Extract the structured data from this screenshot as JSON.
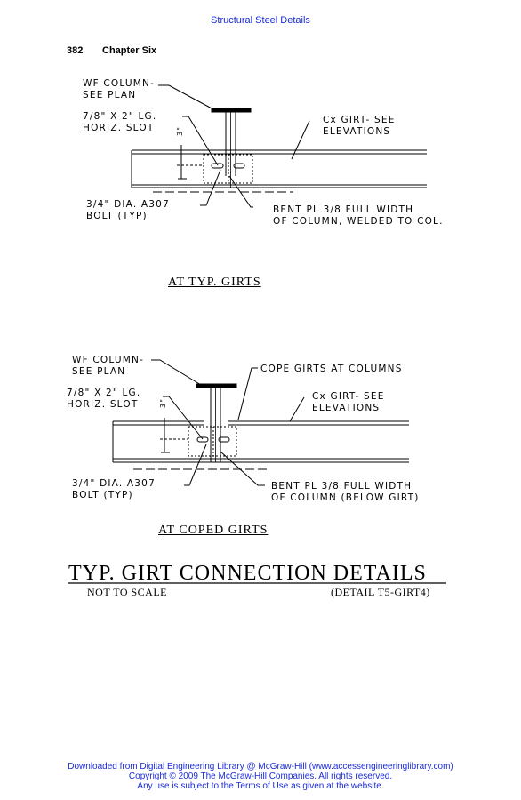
{
  "header": {
    "running_title": "Structural Steel Details",
    "page_number": "382",
    "chapter": "Chapter Six"
  },
  "detail1": {
    "wf_column_1": "WF COLUMN-",
    "wf_column_2": "SEE PLAN",
    "slot_1": "7/8\" X 2\" LG.",
    "slot_2": "HORIZ. SLOT",
    "girt_1": "Cx GIRT- SEE",
    "girt_2": "ELEVATIONS",
    "bolt_1": "3/4\" DIA. A307",
    "bolt_2": "BOLT (TYP)",
    "plate_1": "BENT PL 3/8 FULL WIDTH",
    "plate_2": "OF COLUMN, WELDED TO COL.",
    "dim": "3\"",
    "caption": "AT TYP. GIRTS"
  },
  "detail2": {
    "wf_column_1": "WF COLUMN-",
    "wf_column_2": "SEE PLAN",
    "cope": "COPE GIRTS AT COLUMNS",
    "slot_1": "7/8\" X 2\" LG.",
    "slot_2": "HORIZ. SLOT",
    "girt_1": "Cx GIRT- SEE",
    "girt_2": "ELEVATIONS",
    "bolt_1": "3/4\" DIA. A307",
    "bolt_2": "BOLT (TYP)",
    "plate_1": "BENT PL 3/8 FULL WIDTH",
    "plate_2": "OF COLUMN (BELOW GIRT)",
    "dim": "3\"",
    "caption": "AT COPED GIRTS"
  },
  "title_block": {
    "title": "TYP. GIRT CONNECTION DETAILS",
    "scale": "NOT TO SCALE",
    "detail_ref": "(DETAIL T5-GIRT4)"
  },
  "footer": {
    "line1": "Downloaded from Digital Engineering Library @ McGraw-Hill (www.accessengineeringlibrary.com)",
    "line2": "Copyright © 2009 The McGraw-Hill Companies. All rights reserved.",
    "line3": "Any use is subject to the Terms of Use as given at the website."
  },
  "colors": {
    "link_blue": "#1a2bd9",
    "ink": "#000000"
  }
}
